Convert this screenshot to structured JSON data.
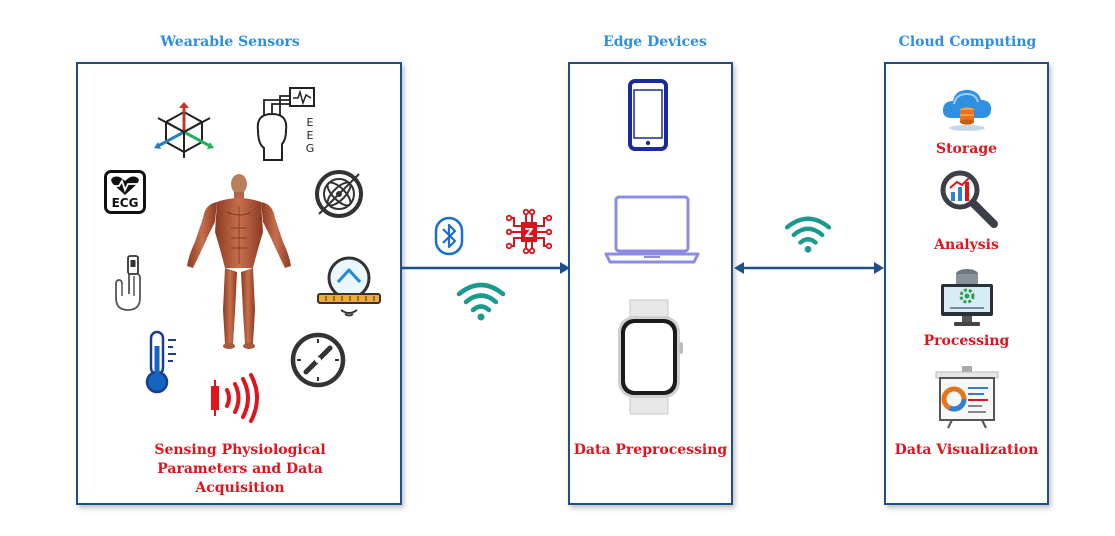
{
  "columns": {
    "wearable": {
      "title": "Wearable Sensors",
      "caption": "Sensing Physiological Parameters and Data Acquisition",
      "icons": {
        "ecg_label": "ECG",
        "eeg_letters": [
          "E",
          "E",
          "G"
        ]
      }
    },
    "edge": {
      "title": "Edge Devices",
      "caption": "Data Preprocessing"
    },
    "cloud": {
      "title": "Cloud Computing",
      "items": [
        "Storage",
        "Analysis",
        "Processing",
        "Data Visualization"
      ]
    }
  },
  "colors": {
    "title_blue": "#2e8fe0",
    "panel_border": "#1f4e8c",
    "caption_red": "#e0141c",
    "wifi_teal": "#1a9a8e"
  }
}
